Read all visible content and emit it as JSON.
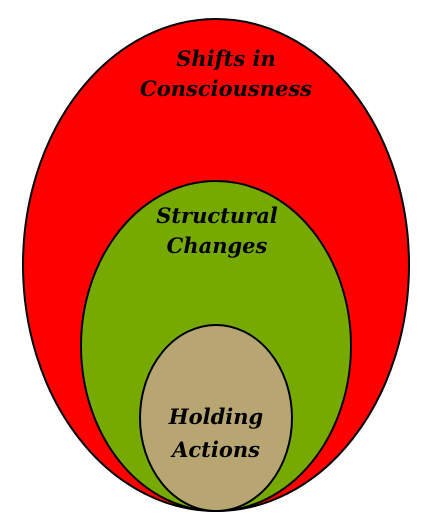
{
  "diagram": {
    "outer": {
      "lines": [
        "Shifts in",
        "Consciousness"
      ],
      "fill": "#ff0000"
    },
    "middle": {
      "lines": [
        "Structural",
        "Changes"
      ],
      "fill": "#77aa00"
    },
    "inner": {
      "lines": [
        "Holding",
        "Actions"
      ],
      "fill": "#b8a672"
    },
    "outline_color": "#000000",
    "text_color": "#000000"
  }
}
